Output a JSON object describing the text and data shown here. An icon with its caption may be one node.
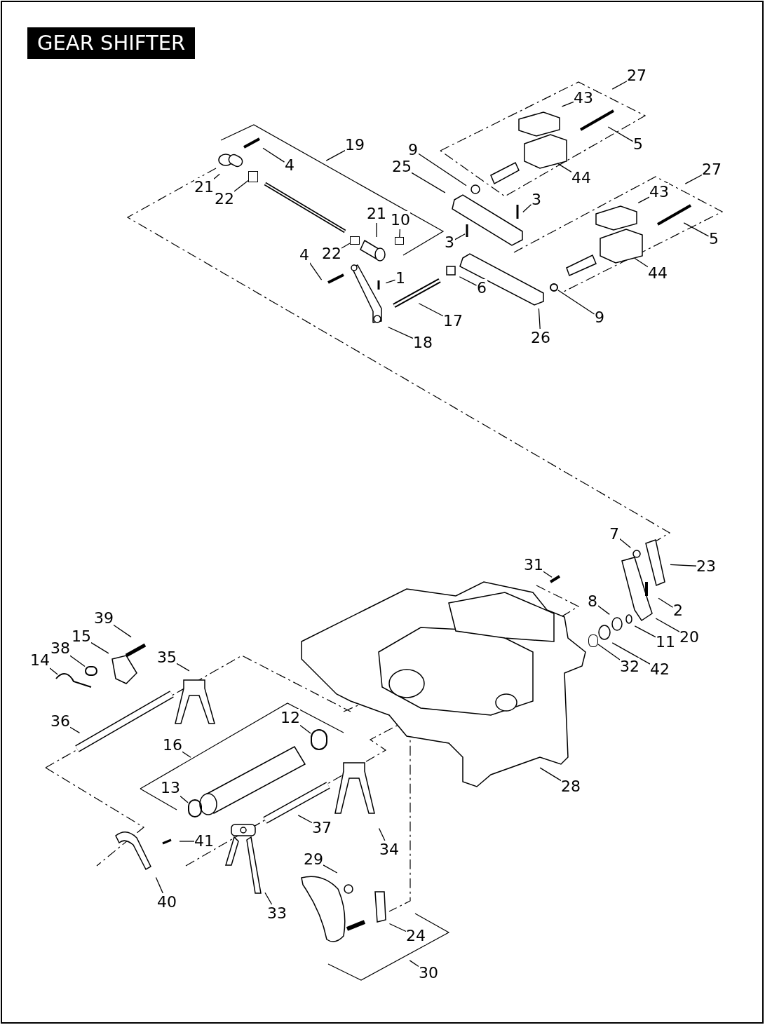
{
  "diagram": {
    "title": "GEAR SHIFTER",
    "nodes": [
      {
        "text": [
          "27"
        ]
      },
      {
        "text": [
          "43"
        ]
      },
      {
        "text": [
          "19"
        ]
      },
      {
        "text": [
          "9"
        ]
      },
      {
        "text": [
          "5"
        ]
      },
      {
        "text": [
          "4"
        ]
      },
      {
        "text": [
          "25"
        ]
      },
      {
        "text": [
          "27"
        ]
      },
      {
        "text": [
          "44"
        ]
      },
      {
        "text": [
          "21"
        ]
      },
      {
        "text": [
          "43"
        ]
      },
      {
        "text": [
          "22"
        ]
      },
      {
        "text": [
          "3"
        ]
      },
      {
        "text": [
          "21"
        ]
      },
      {
        "text": [
          "10"
        ]
      },
      {
        "text": [
          "3"
        ]
      },
      {
        "text": [
          "5"
        ]
      },
      {
        "text": [
          "22"
        ]
      },
      {
        "text": [
          "4"
        ]
      },
      {
        "text": [
          "44"
        ]
      },
      {
        "text": [
          "1"
        ]
      },
      {
        "text": [
          "6"
        ]
      },
      {
        "text": [
          "17"
        ]
      },
      {
        "text": [
          "9"
        ]
      },
      {
        "text": [
          "26"
        ]
      },
      {
        "text": [
          "18"
        ]
      },
      {
        "text": [
          "7"
        ]
      },
      {
        "text": [
          "23"
        ]
      },
      {
        "text": [
          "31"
        ]
      },
      {
        "text": [
          "8"
        ]
      },
      {
        "text": [
          "2"
        ]
      },
      {
        "text": [
          "39"
        ]
      },
      {
        "text": [
          "11"
        ]
      },
      {
        "text": [
          "20"
        ]
      },
      {
        "text": [
          "15"
        ]
      },
      {
        "text": [
          "38"
        ]
      },
      {
        "text": [
          "35"
        ]
      },
      {
        "text": [
          "14"
        ]
      },
      {
        "text": [
          "32"
        ]
      },
      {
        "text": [
          "42"
        ]
      },
      {
        "text": [
          "12"
        ]
      },
      {
        "text": [
          "36"
        ]
      },
      {
        "text": [
          "16"
        ]
      },
      {
        "text": [
          "13"
        ]
      },
      {
        "text": [
          "28"
        ]
      },
      {
        "text": [
          "37"
        ]
      },
      {
        "text": [
          "41"
        ]
      },
      {
        "text": [
          "34"
        ]
      },
      {
        "text": [
          "29"
        ]
      },
      {
        "text": [
          "40"
        ]
      },
      {
        "text": [
          "33"
        ]
      },
      {
        "text": [
          "24"
        ]
      },
      {
        "text": [
          "30"
        ]
      },
      {
        "text": [],
        "shape": "box"
      },
      {
        "text": [],
        "shape": "box"
      },
      {
        "text": [],
        "shape": "box"
      },
      {
        "text": [],
        "shape": "circle"
      },
      {
        "text": [],
        "shape": "circle"
      },
      {
        "text": [],
        "shape": "cylinder"
      },
      {
        "text": [],
        "shape": "circle"
      },
      {
        "text": [],
        "shape": "circle"
      }
    ],
    "edges": [
      {
        "from": 0,
        "to": null,
        "arrow": "none"
      },
      {
        "from": 1,
        "to": null,
        "arrow": "none"
      },
      {
        "from": 2,
        "to": null,
        "arrow": "none"
      },
      {
        "from": 3,
        "to": null,
        "arrow": "none"
      },
      {
        "from": 4,
        "to": null,
        "arrow": "none"
      },
      {
        "from": 5,
        "to": null,
        "arrow": "none"
      },
      {
        "from": 6,
        "to": null,
        "arrow": "none"
      },
      {
        "from": 7,
        "to": null,
        "arrow": "none"
      },
      {
        "from": 8,
        "to": null,
        "arrow": "none"
      },
      {
        "from": 9,
        "to": null,
        "arrow": "none"
      },
      {
        "from": 10,
        "to": null,
        "arrow": "none"
      },
      {
        "from": 11,
        "to": 53,
        "arrow": "none"
      },
      {
        "from": 12,
        "to": null,
        "arrow": "none"
      },
      {
        "from": 13,
        "to": null,
        "arrow": "none"
      },
      {
        "from": 14,
        "to": 54,
        "arrow": "none"
      },
      {
        "from": 15,
        "to": null,
        "arrow": "none"
      },
      {
        "from": 16,
        "to": null,
        "arrow": "none"
      },
      {
        "from": 17,
        "to": 55,
        "arrow": "none"
      },
      {
        "from": 18,
        "to": null,
        "arrow": "none"
      },
      {
        "from": 19,
        "to": null,
        "arrow": "none"
      },
      {
        "from": 20,
        "to": null,
        "arrow": "none"
      },
      {
        "from": 21,
        "to": null,
        "arrow": "none"
      },
      {
        "from": 22,
        "to": null,
        "arrow": "none"
      },
      {
        "from": 23,
        "to": 56,
        "arrow": "none"
      },
      {
        "from": 24,
        "to": null,
        "arrow": "none"
      },
      {
        "from": 25,
        "to": null,
        "arrow": "none"
      },
      {
        "from": 26,
        "to": null,
        "arrow": "none"
      },
      {
        "from": 27,
        "to": null,
        "arrow": "none"
      },
      {
        "from": 28,
        "to": null,
        "arrow": "none"
      },
      {
        "from": 29,
        "to": null,
        "arrow": "none"
      },
      {
        "from": 30,
        "to": null,
        "arrow": "none"
      },
      {
        "from": 31,
        "to": null,
        "arrow": "none"
      },
      {
        "from": 32,
        "to": null,
        "arrow": "none"
      },
      {
        "from": 33,
        "to": null,
        "arrow": "none"
      },
      {
        "from": 34,
        "to": null,
        "arrow": "none"
      },
      {
        "from": 35,
        "to": 57,
        "arrow": "none"
      },
      {
        "from": 36,
        "to": null,
        "arrow": "none"
      },
      {
        "from": 37,
        "to": null,
        "arrow": "none"
      },
      {
        "from": 38,
        "to": 58,
        "arrow": "none"
      },
      {
        "from": 39,
        "to": null,
        "arrow": "none"
      },
      {
        "from": 40,
        "to": 59,
        "arrow": "none"
      },
      {
        "from": 41,
        "to": null,
        "arrow": "none"
      },
      {
        "from": 42,
        "to": null,
        "arrow": "none"
      },
      {
        "from": 43,
        "to": 60,
        "arrow": "none"
      },
      {
        "from": 44,
        "to": null,
        "arrow": "none"
      },
      {
        "from": 45,
        "to": null,
        "arrow": "none"
      },
      {
        "from": 46,
        "to": null,
        "arrow": "none"
      },
      {
        "from": 47,
        "to": null,
        "arrow": "none"
      },
      {
        "from": 48,
        "to": null,
        "arrow": "none"
      },
      {
        "from": 49,
        "to": null,
        "arrow": "none"
      },
      {
        "from": 50,
        "to": null,
        "arrow": "none"
      },
      {
        "from": 51,
        "to": null,
        "arrow": "none"
      },
      {
        "from": 52,
        "to": null,
        "arrow": "none"
      }
    ]
  }
}
